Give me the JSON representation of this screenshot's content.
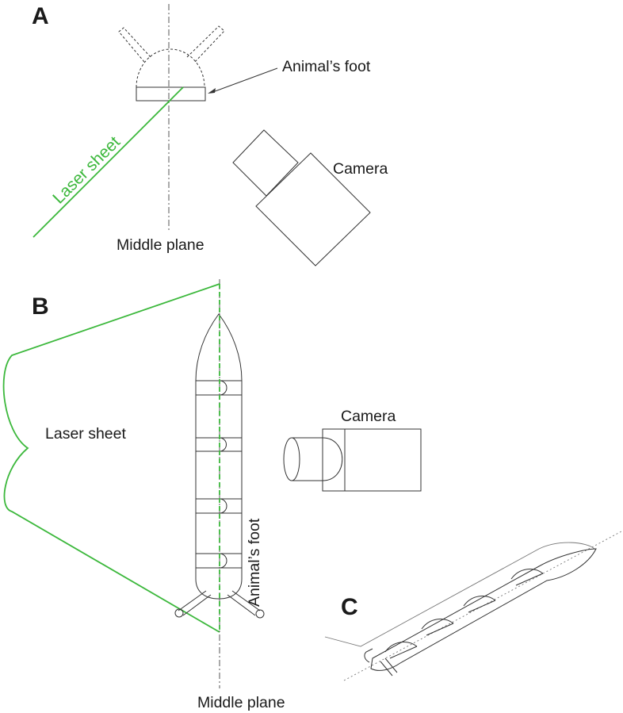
{
  "panels": {
    "a": {
      "letter": "A",
      "foot_label": "Animal’s foot",
      "laser_label": "Laser sheet",
      "camera_label": "Camera",
      "plane_label": "Middle plane"
    },
    "b": {
      "letter": "B",
      "laser_label": "Laser sheet",
      "camera_label": "Camera",
      "foot_label": "Animal’s foot",
      "plane_label": "Middle plane"
    },
    "c": {
      "letter": "C"
    }
  },
  "colors": {
    "laser": "#3cb83c",
    "line": "#333333",
    "text": "#1a1a1a"
  }
}
